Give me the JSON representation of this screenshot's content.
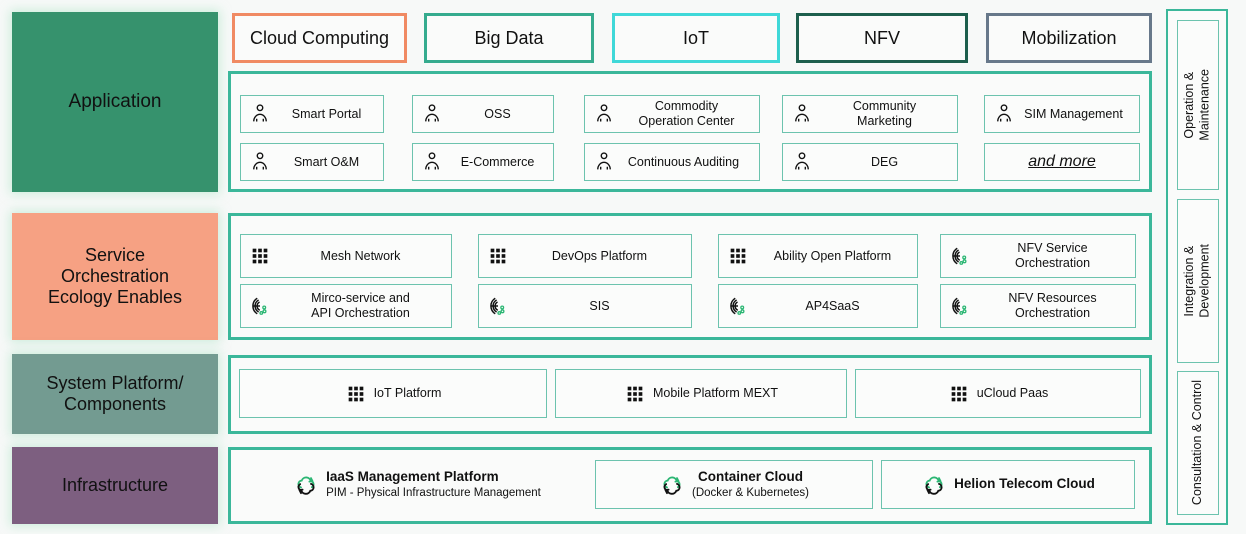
{
  "layers": [
    {
      "id": "application",
      "label": "Application",
      "color": "#36926d"
    },
    {
      "id": "service",
      "label": "Service\nOrchestration\nEcology Enables",
      "color": "#f6a183"
    },
    {
      "id": "system",
      "label": "System Platform/\nComponents",
      "color": "#739b91"
    },
    {
      "id": "infrastructure",
      "label": "Infrastructure",
      "color": "#7d5f80"
    }
  ],
  "tags": [
    {
      "label": "Cloud Computing",
      "border": "#f08a63"
    },
    {
      "label": "Big Data",
      "border": "#35ab8e"
    },
    {
      "label": "IoT",
      "border": "#3fd8d8"
    },
    {
      "label": "NFV",
      "border": "#1d5f4d"
    },
    {
      "label": "Mobilization",
      "border": "#67788a"
    }
  ],
  "application_items": [
    {
      "label": "Smart Portal",
      "icon": "person-icon"
    },
    {
      "label": "OSS",
      "icon": "person-icon"
    },
    {
      "label": "Commodity\nOperation Center",
      "icon": "person-icon"
    },
    {
      "label": "Community\nMarketing",
      "icon": "person-icon"
    },
    {
      "label": "SIM Management",
      "icon": "person-icon"
    },
    {
      "label": "Smart O&M",
      "icon": "person-icon"
    },
    {
      "label": "E-Commerce",
      "icon": "person-icon"
    },
    {
      "label": "Continuous Auditing",
      "icon": "person-icon"
    },
    {
      "label": "DEG",
      "icon": "person-icon"
    },
    {
      "label": "and more",
      "icon": "none"
    }
  ],
  "service_items": [
    {
      "label": "Mesh Network",
      "icon": "grid-dots-icon"
    },
    {
      "label": "DevOps Platform",
      "icon": "grid-dots-icon"
    },
    {
      "label": "Ability Open Platform",
      "icon": "grid-dots-icon"
    },
    {
      "label": "NFV Service\nOrchestration",
      "icon": "orchestration-icon"
    },
    {
      "label": "Mirco-service and\nAPI Orchestration",
      "icon": "orchestration-icon"
    },
    {
      "label": "SIS",
      "icon": "orchestration-icon"
    },
    {
      "label": "AP4SaaS",
      "icon": "orchestration-icon"
    },
    {
      "label": "NFV Resources\nOrchestration",
      "icon": "orchestration-icon"
    }
  ],
  "system_items": [
    {
      "label": "IoT Platform",
      "icon": "grid-dots-icon"
    },
    {
      "label": "Mobile Platform MEXT",
      "icon": "grid-dots-icon"
    },
    {
      "label": "uCloud Paas",
      "icon": "grid-dots-icon"
    }
  ],
  "infrastructure_items": [
    {
      "title": "IaaS Management Platform",
      "subtitle": "PIM - Physical Infrastructure Management",
      "icon": "cloud-refresh-icon",
      "boxed": false
    },
    {
      "title": "Container Cloud",
      "subtitle": "(Docker & Kubernetes)",
      "icon": "cloud-refresh-icon",
      "boxed": true
    },
    {
      "title": "Helion Telecom Cloud",
      "subtitle": "",
      "icon": "cloud-refresh-icon",
      "boxed": true
    }
  ],
  "sidebar": [
    {
      "label": "Operation &\nMaintenance"
    },
    {
      "label": "Integration &\nDevelopment"
    },
    {
      "label": "Consultation & Control"
    }
  ],
  "colors": {
    "panel_border": "#3bb79a",
    "card_border": "#6cc3ae",
    "background": "#f7f9f8",
    "icon_accent": "#2bb673"
  }
}
